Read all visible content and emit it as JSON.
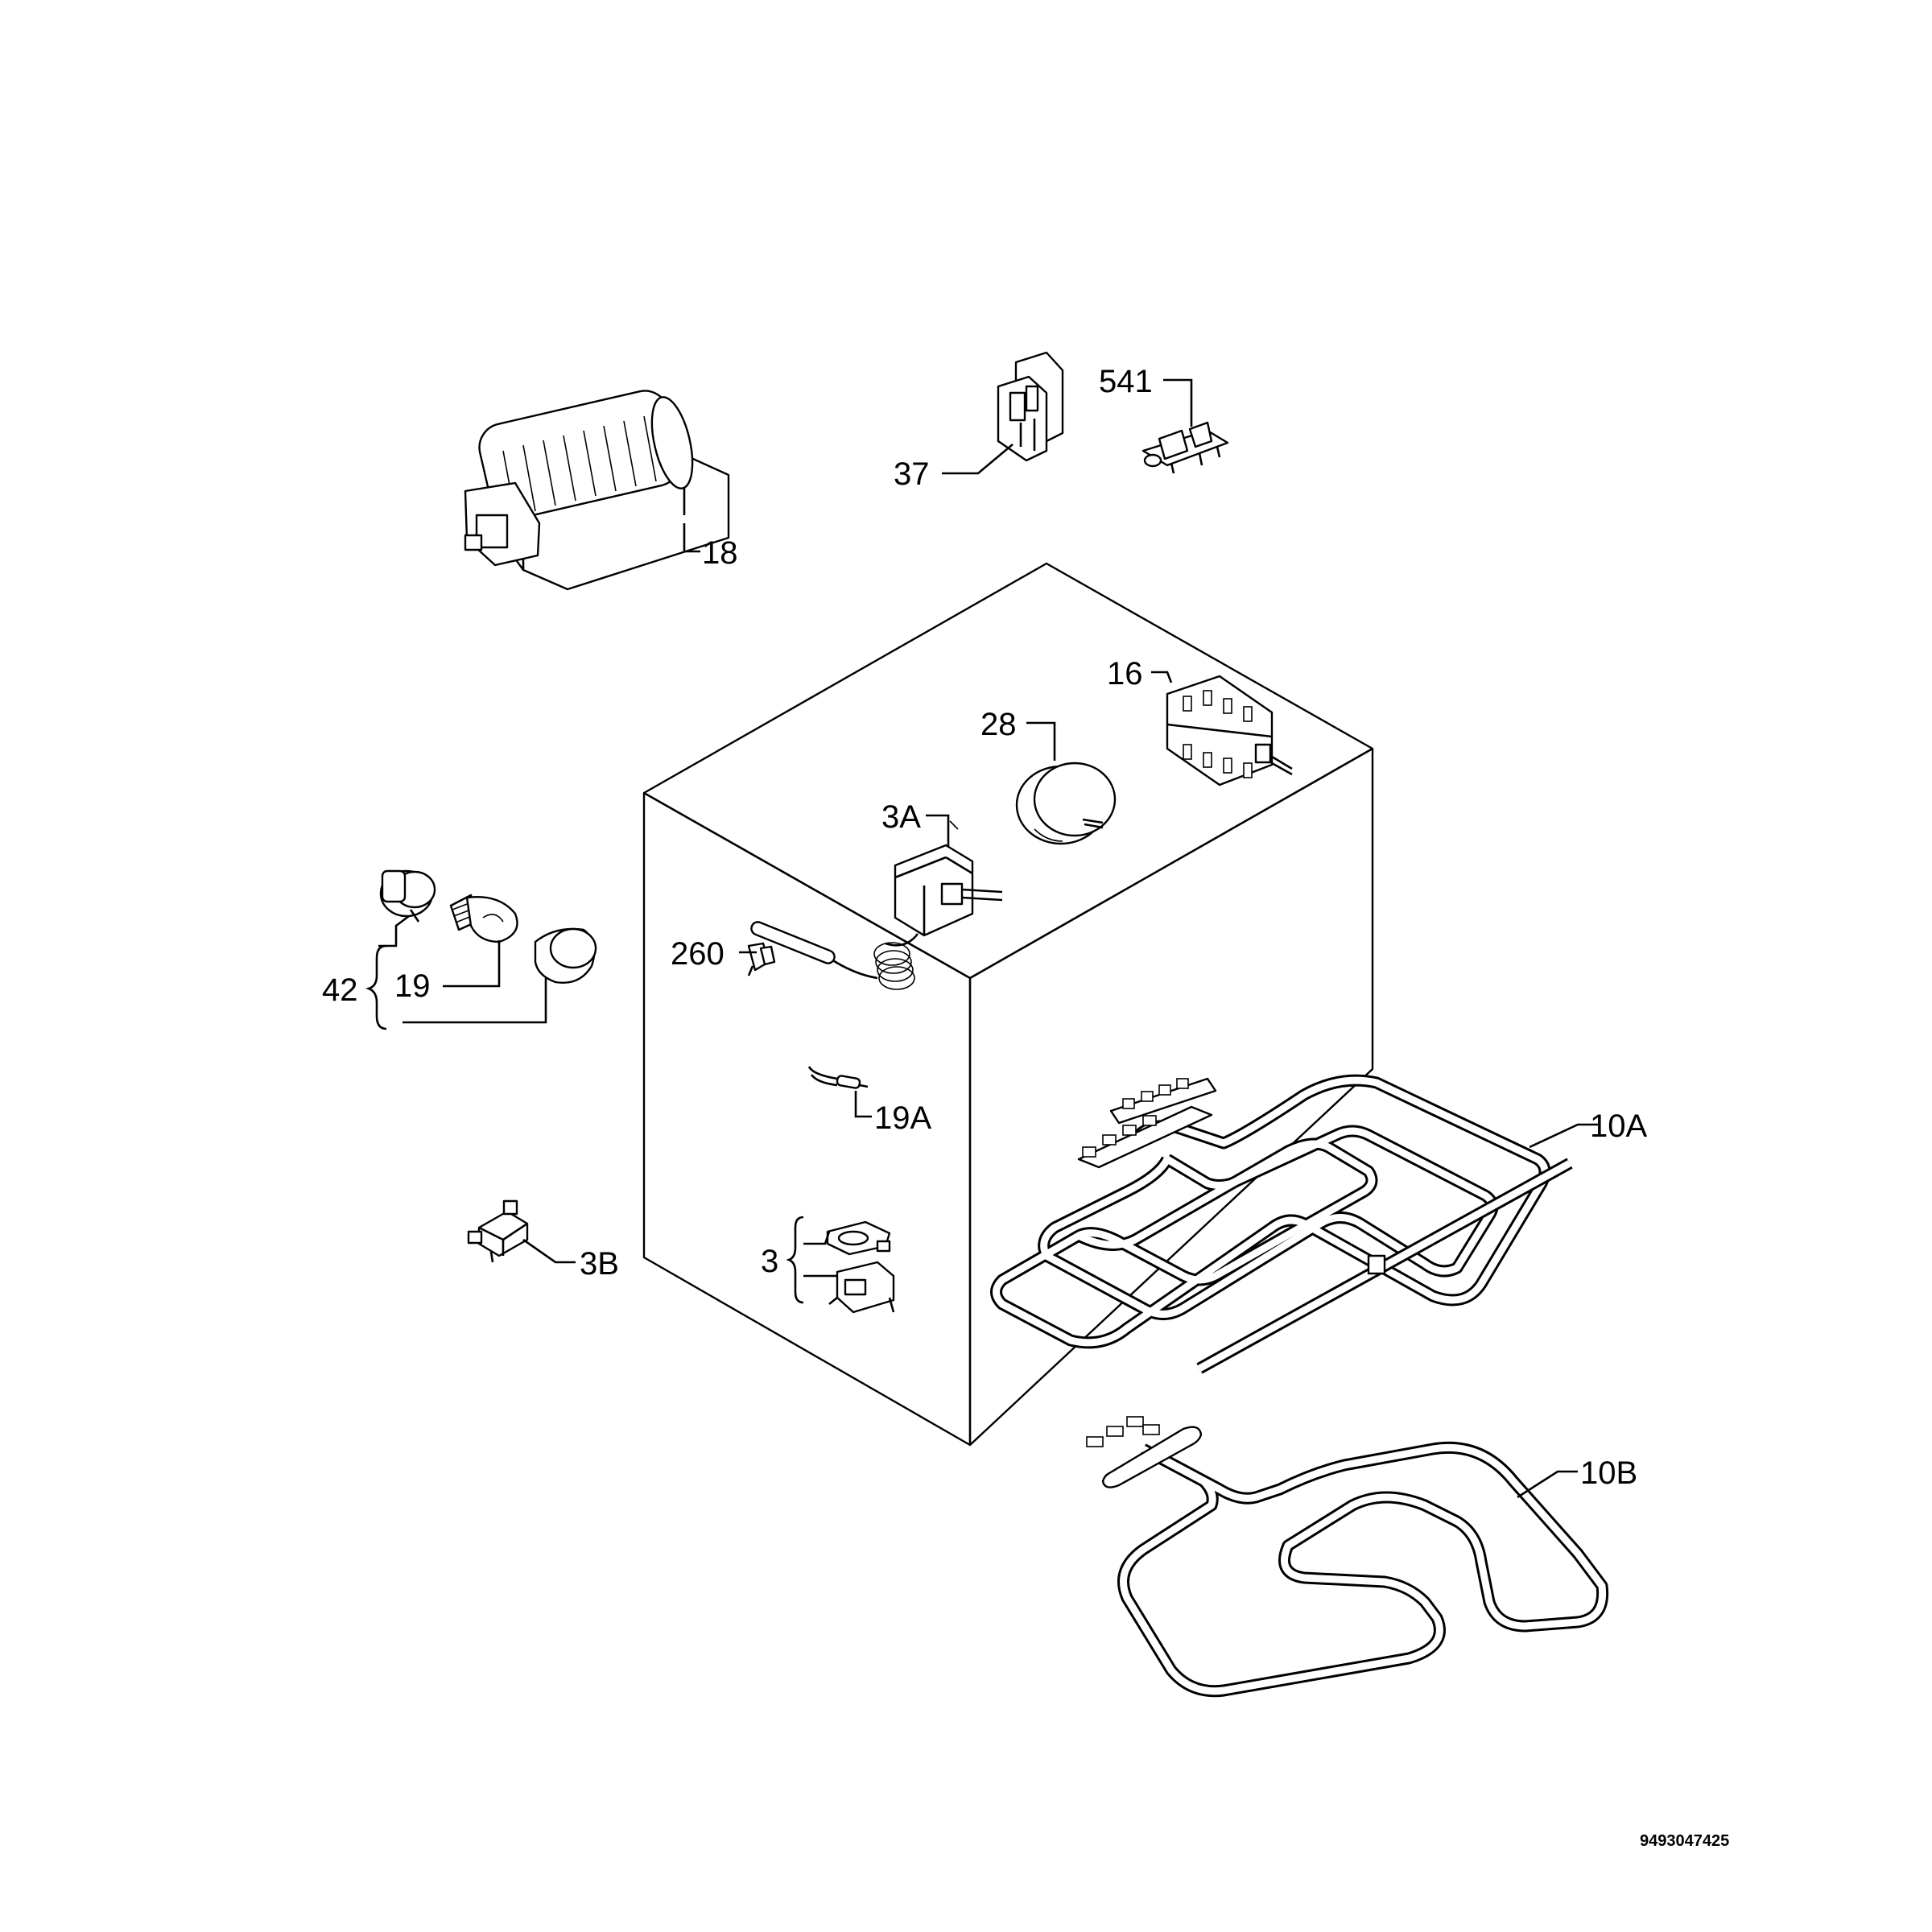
{
  "labels": {
    "p18": "18",
    "p37": "37",
    "p541": "541",
    "p16": "16",
    "p28": "28",
    "p3A": "3A",
    "p42": "42",
    "p19": "19",
    "p260": "260",
    "p19A": "19A",
    "p3B": "3B",
    "p3": "3",
    "p10A": "10A",
    "p10B": "10B"
  },
  "doc_number": "9493047425"
}
